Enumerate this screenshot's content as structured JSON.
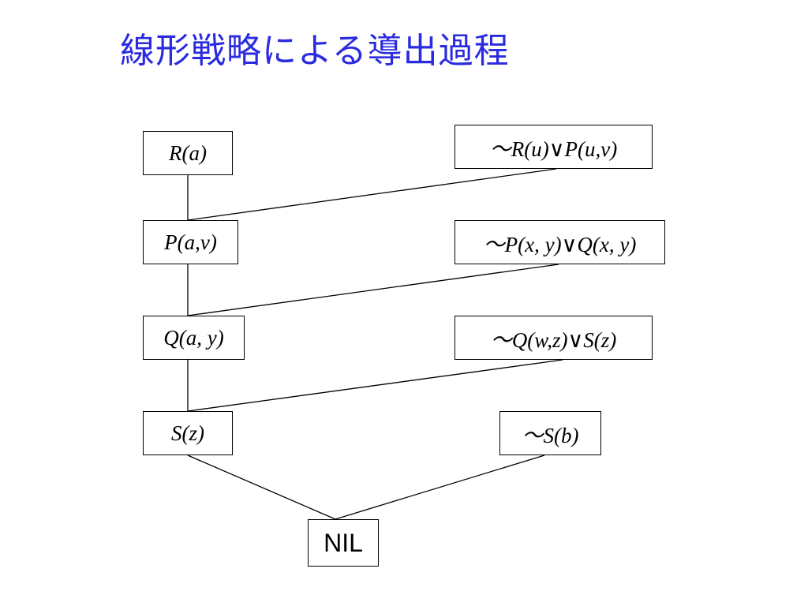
{
  "title": "線形戦略による導出過程",
  "colors": {
    "title": "#2a2ae0",
    "stroke": "#000000",
    "background": "#ffffff"
  },
  "diagram": {
    "type": "resolution-tree",
    "nodes": [
      {
        "id": "ra",
        "label": "R(a)"
      },
      {
        "id": "c1",
        "label": "～R(u)∨P(u,v)"
      },
      {
        "id": "pav",
        "label": "P(a,v)"
      },
      {
        "id": "c2",
        "label": "～P(x, y)∨Q(x, y)"
      },
      {
        "id": "qay",
        "label": "Q(a, y)"
      },
      {
        "id": "c3",
        "label": "～Q(w,z)∨S(z)"
      },
      {
        "id": "sz",
        "label": "S(z)"
      },
      {
        "id": "c4",
        "label": "～S(b)"
      },
      {
        "id": "nil",
        "label": "NIL"
      }
    ],
    "edges": [
      {
        "from": "ra",
        "to": "pav"
      },
      {
        "from": "c1",
        "to": "pav"
      },
      {
        "from": "pav",
        "to": "qay"
      },
      {
        "from": "c2",
        "to": "qay"
      },
      {
        "from": "qay",
        "to": "sz"
      },
      {
        "from": "c3",
        "to": "sz"
      },
      {
        "from": "sz",
        "to": "nil"
      },
      {
        "from": "c4",
        "to": "nil"
      }
    ]
  }
}
